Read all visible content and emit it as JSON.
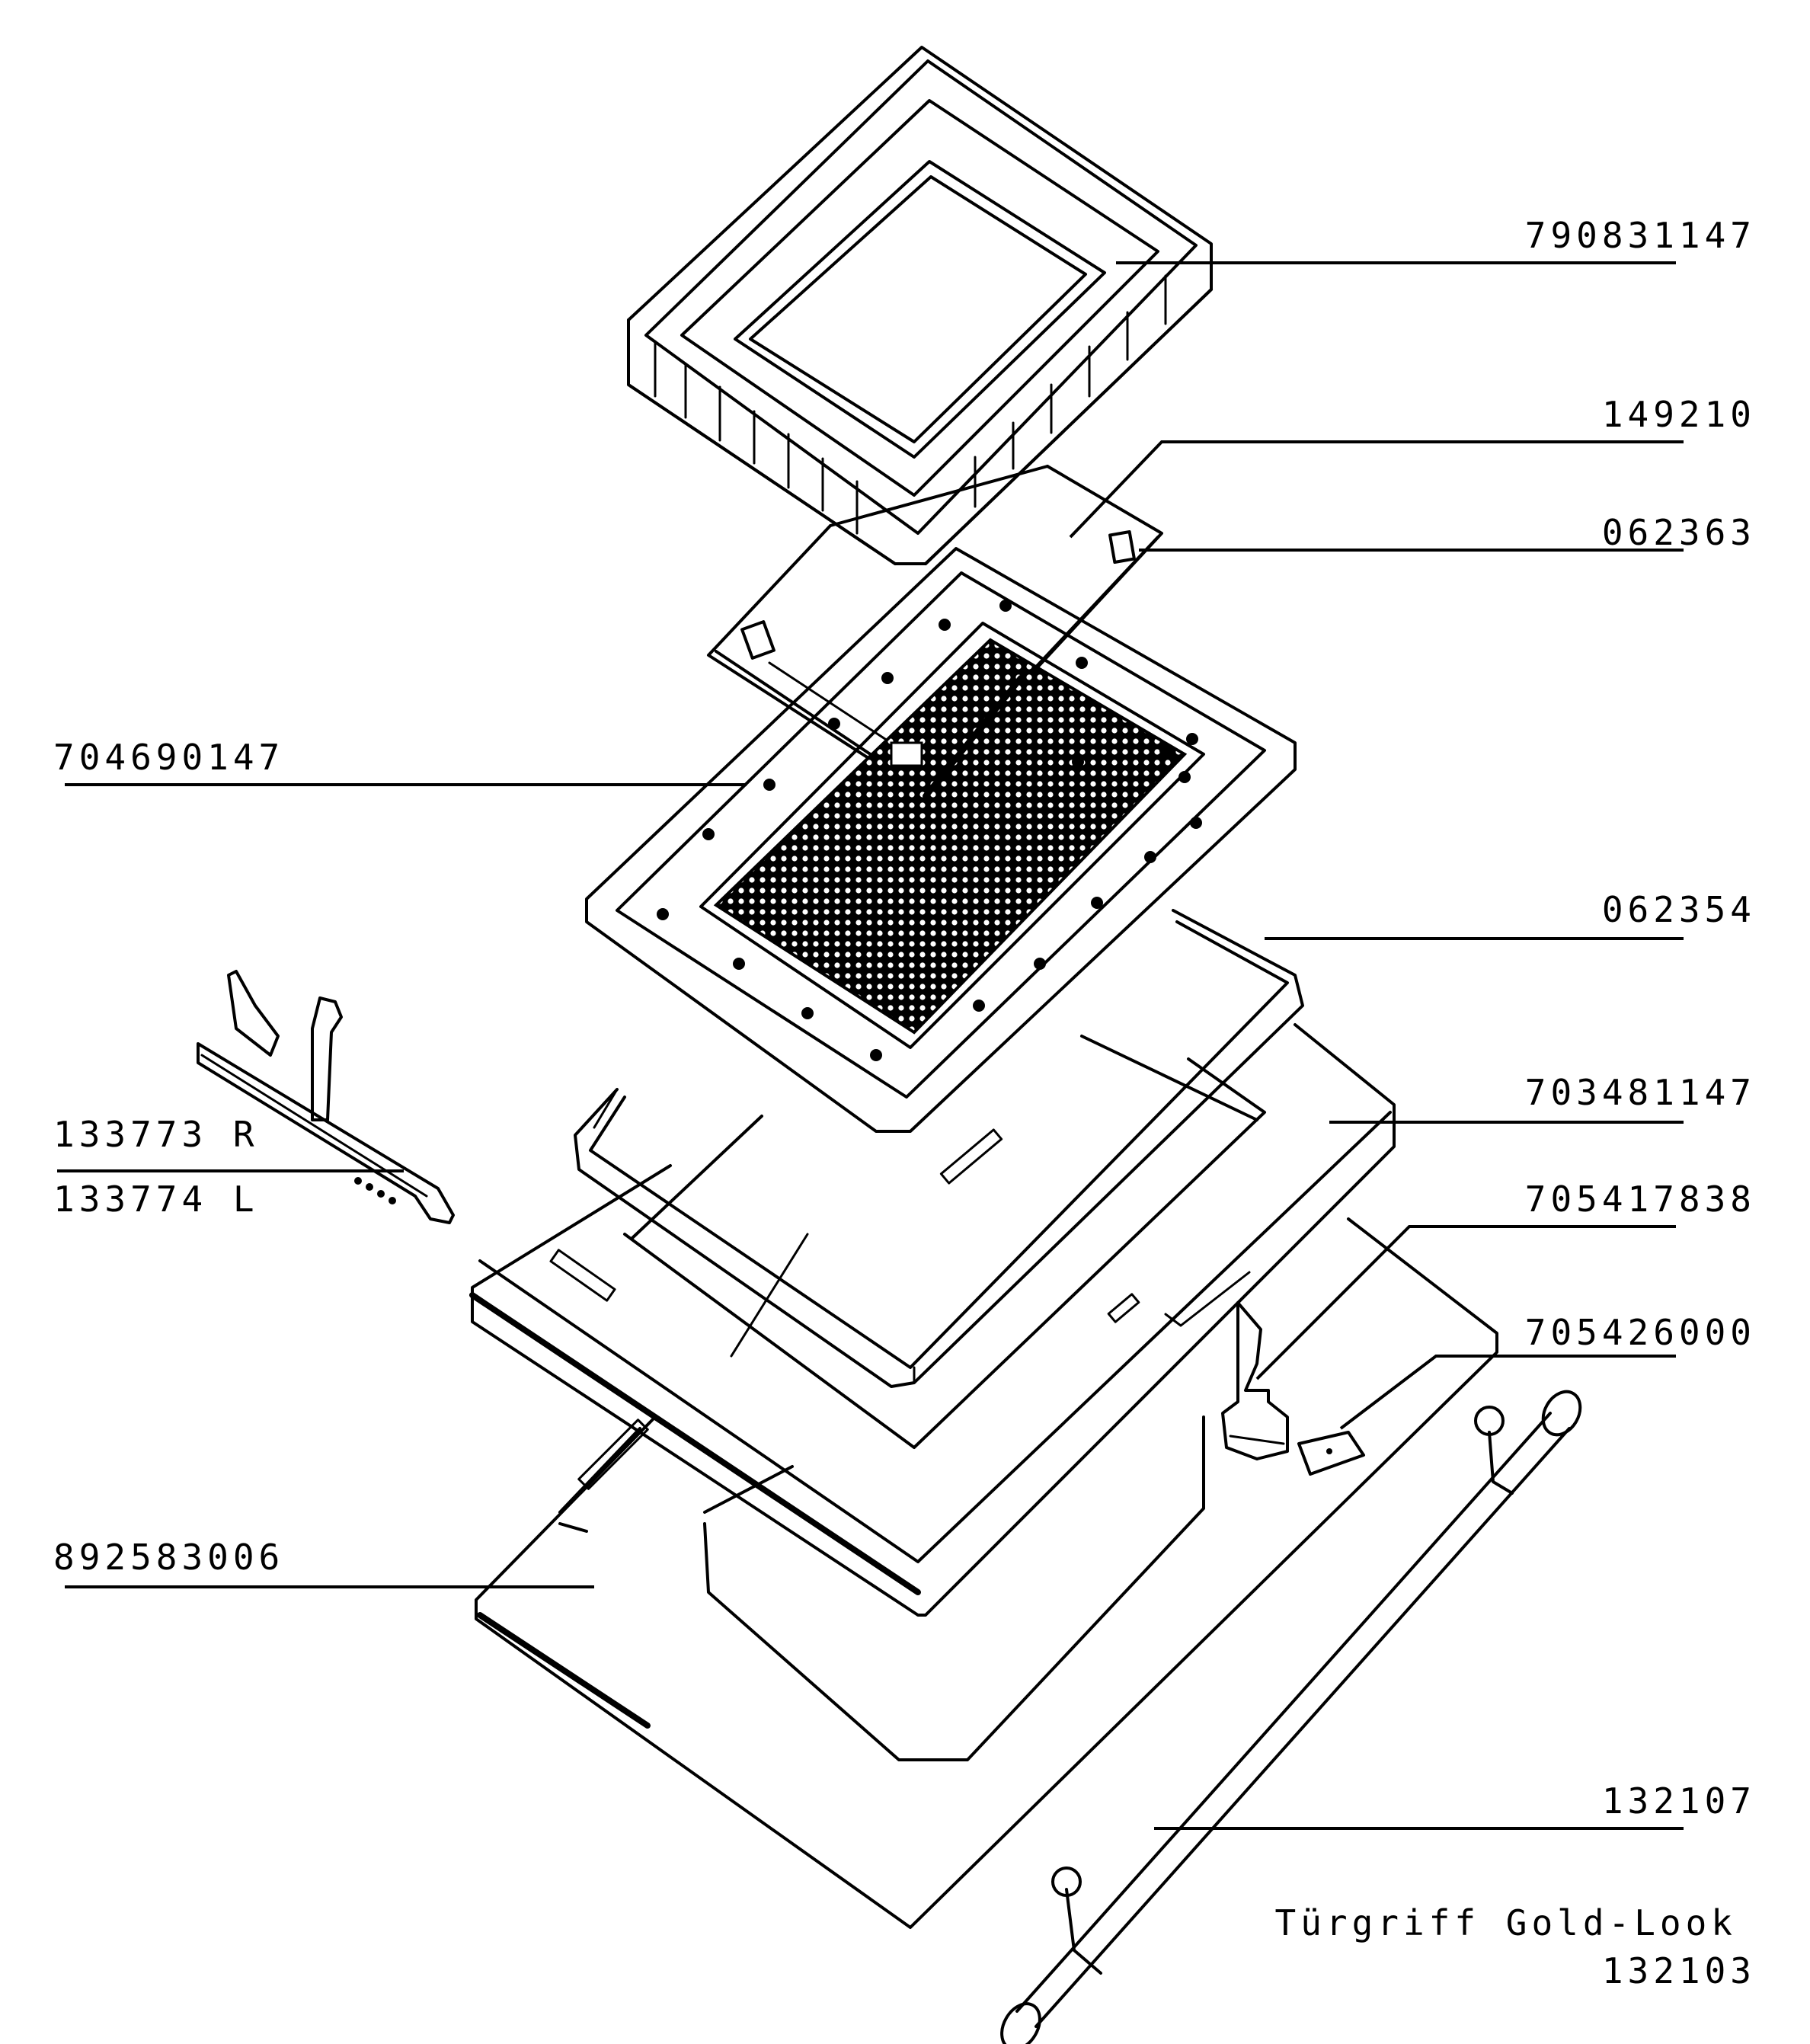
{
  "labels": {
    "top_frame": "790831147",
    "inner_glass": "149210",
    "glass_clip": "062363",
    "seal_frame": "704690147",
    "gasket_frame": "062354",
    "mid_frame": "703481147",
    "hinge_left_r": "133773 R",
    "hinge_left_l": "133774 L",
    "hinge_right": "705417838",
    "clip_right": "705426000",
    "outer_door": "892583006",
    "handle": "132107",
    "handle_note_line1": "Türgriff Gold-Look",
    "handle_note_line2": "132103"
  }
}
